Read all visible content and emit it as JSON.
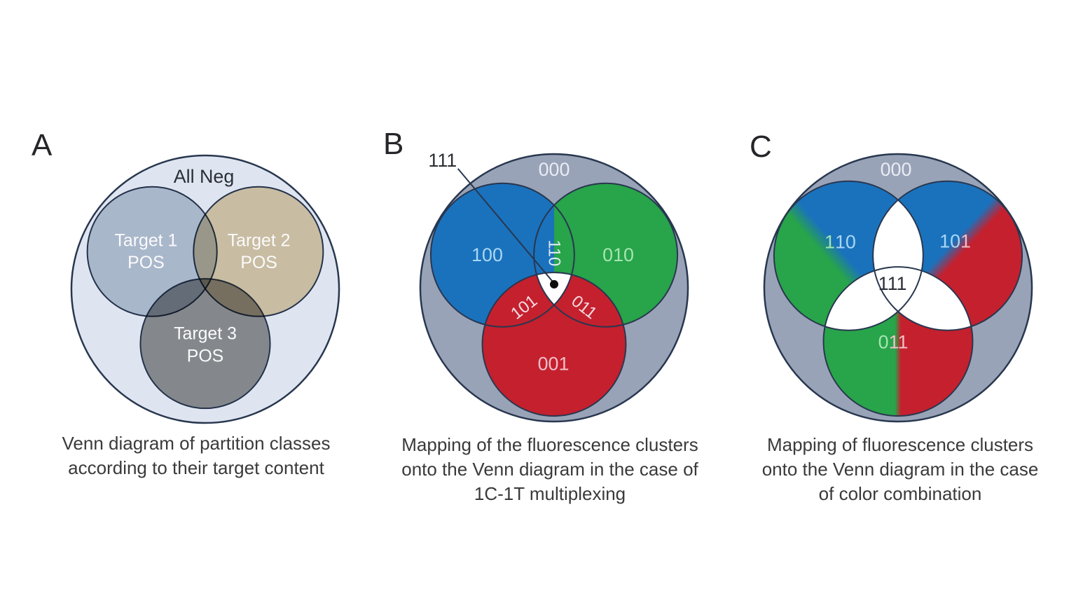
{
  "colors": {
    "outline": "#28374f",
    "blue": "#1a72bd",
    "green": "#28a44a",
    "red": "#c5202e",
    "outer_fill_bc": "#99a3b8",
    "outer_fill_a": "#dfe5f0",
    "a_target1_fill": "#c2ccd8",
    "a_target2_fill": "#e5d2ac",
    "a_target3_fill": "#979795",
    "white": "#ffffff",
    "lbl_light_blue": "#a9d7f3",
    "lbl_light_green": "#a3e6b0",
    "lbl_light_pink": "#f3bfc9",
    "lbl_soft_blue": "#dce9f4",
    "lbl_soft_pink": "#f4dce2",
    "lbl_white": "#e9ecf3",
    "a_label_white": "#fbfbfc",
    "ink": "#2b2e36",
    "dot": "#0d0d0d",
    "caption": "#3a3a3a"
  },
  "panels": {
    "a": {
      "letter": "A",
      "outer_label": "All Neg",
      "t1_line1": "Target 1",
      "t1_line2": "POS",
      "t2_line1": "Target 2",
      "t2_line2": "POS",
      "t3_line1": "Target 3",
      "t3_line2": "POS",
      "caption_line1": "Venn diagram of partition classes",
      "caption_line2": "according to their target content"
    },
    "b": {
      "letter": "B",
      "outer_label": "000",
      "blue_label": "100",
      "green_label": "010",
      "red_label": "001",
      "lens_top_label": "110",
      "lens_left_label": "101",
      "lens_right_label": "011",
      "pointer_label": "111",
      "caption_line1": "Mapping of the fluorescence clusters",
      "caption_line2": "onto the Venn diagram in the case of",
      "caption_line3": "1C-1T multiplexing"
    },
    "c": {
      "letter": "C",
      "outer_label": "000",
      "center_label": "111",
      "tl_label_seg1": {
        "text": "1",
        "color": "#a3e6b0"
      },
      "tl_label_seg2": {
        "text": "10",
        "color": "#a9d7f3"
      },
      "tr_label_seg1": {
        "text": "10",
        "color": "#a9d7f3"
      },
      "tr_label_seg2": {
        "text": "1",
        "color": "#f3bfc9"
      },
      "bottom_label_seg1": {
        "text": "0",
        "color": "#a3e6b0"
      },
      "bottom_label_seg2": {
        "text": "11",
        "color": "#f3bfc9"
      },
      "caption_line1": "Mapping of fluorescence clusters",
      "caption_line2": "onto the Venn diagram in the case",
      "caption_line3": "of color combination"
    }
  }
}
